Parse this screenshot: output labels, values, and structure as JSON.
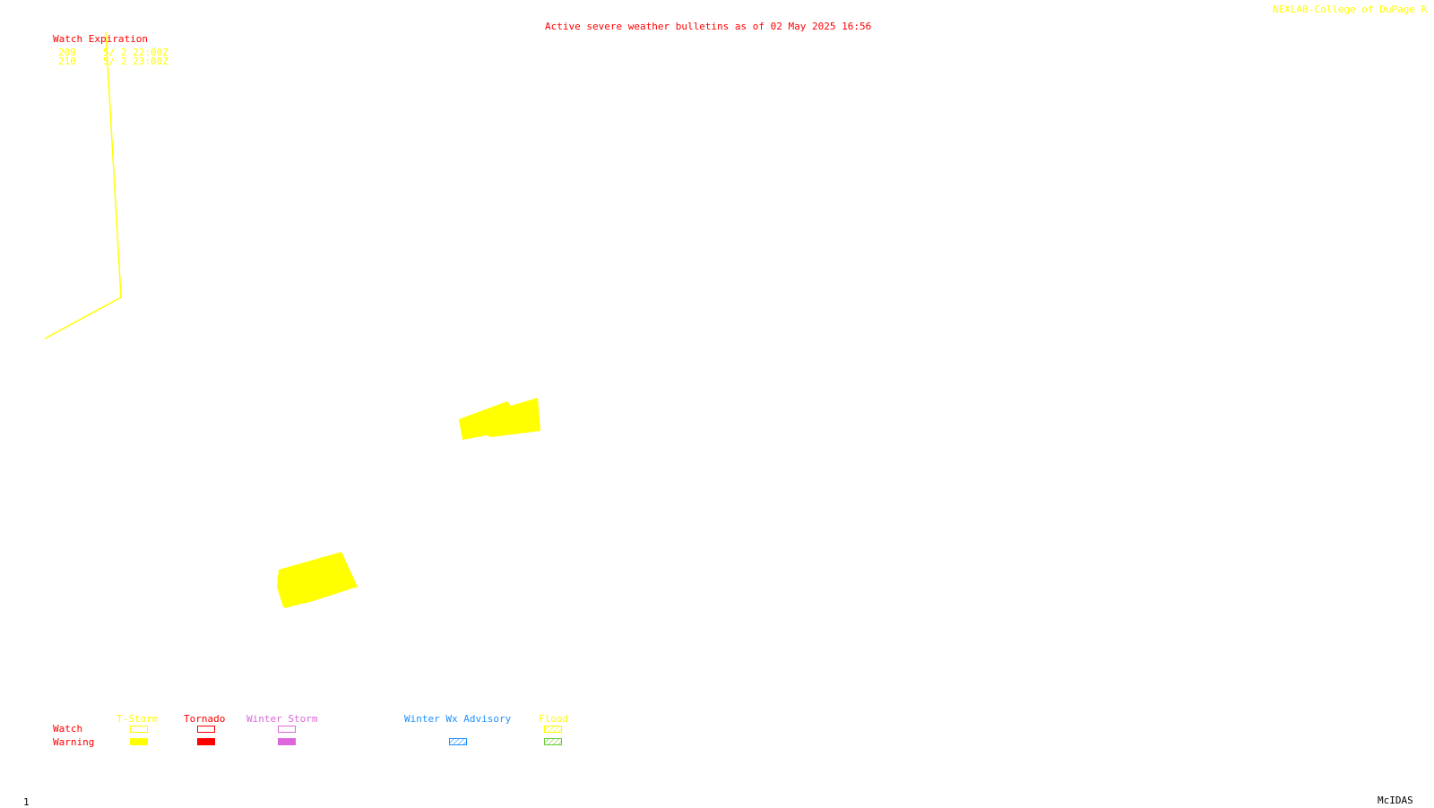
{
  "header": {
    "title": "Active severe weather bulletins as of 02 May 2025 16:56",
    "credit": "NEXLAB-College of DuPage R"
  },
  "watch_table": {
    "heading": "Watch Expiration",
    "rows": [
      {
        "id": "209",
        "expires": "5/ 2 22:00Z"
      },
      {
        "id": "210",
        "expires": "5/ 2 23:00Z"
      }
    ]
  },
  "legend": {
    "row_labels": {
      "watch": "Watch",
      "warning": "Warning"
    },
    "columns": [
      {
        "label": "T-Storm",
        "color": "#ffff00"
      },
      {
        "label": "Tornado",
        "color": "#ff0000"
      },
      {
        "label": "Winter Storm",
        "color": "#dd66dd"
      },
      {
        "label": "Winter Wx Advisory",
        "color": "#1e90ff"
      },
      {
        "label": "Flood",
        "color": "#ffff00",
        "warning_color": "#66cc33"
      }
    ]
  },
  "footer": {
    "frame_number": "1",
    "software": "McIDAS"
  },
  "colors": {
    "watch_text": "#ff0000",
    "tstorm": "#ffff00",
    "background": "#ffffff"
  }
}
